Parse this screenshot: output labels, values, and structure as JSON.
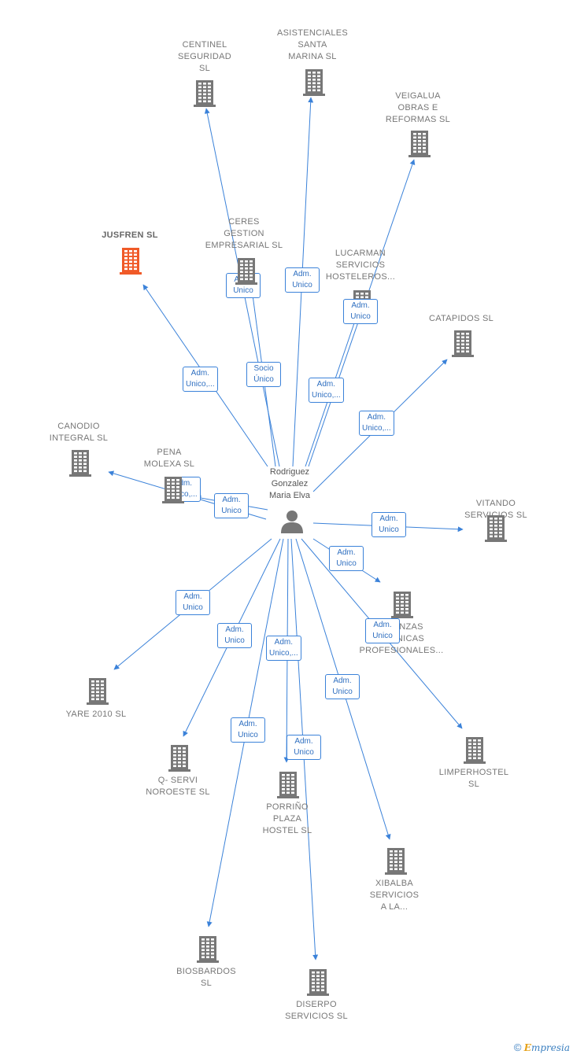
{
  "center": {
    "name": "Rodriguez\nGonzalez\nMaria Elva",
    "icon": "person-icon"
  },
  "colors": {
    "edge": "#3b82d9",
    "building": "#777777",
    "highlight": "#f05a28"
  },
  "companies": [
    {
      "id": "centinel",
      "label": "CENTINEL\nSEGURIDAD\nSL",
      "role": "Adm.\nUnico"
    },
    {
      "id": "asistenciales",
      "label": "ASISTENCIALES\nSANTA\nMARINA SL",
      "role": "Adm.\nUnico"
    },
    {
      "id": "veigalua",
      "label": "VEIGALUA\nOBRAS E\nREFORMAS SL",
      "role": "Adm.\nUnico,..."
    },
    {
      "id": "ceres",
      "label": "CERES\nGESTION\nEMPRESARIAL SL",
      "role": "Socio\nÚnico"
    },
    {
      "id": "jusfren",
      "label": "JUSFREN  SL",
      "role": "Adm.\nUnico,...",
      "highlight": true
    },
    {
      "id": "lucarman",
      "label": "LUCARMAN\nSERVICIOS\nHOSTELEROS...",
      "role": "Adm.\nUnico"
    },
    {
      "id": "catapidos",
      "label": "CATAPIDOS  SL",
      "role": "Adm.\nUnico,..."
    },
    {
      "id": "canodio",
      "label": "CANODIO\nINTEGRAL SL",
      "role": "Adm.\nUnico,..."
    },
    {
      "id": "pena",
      "label": "PENA\nMOLEXA  SL",
      "role": "Adm.\nUnico"
    },
    {
      "id": "vitando",
      "label": "VITANDO\nSERVICIOS SL",
      "role": "Adm.\nUnico"
    },
    {
      "id": "alianzas",
      "label": "ALIANZAS\nTECNICAS\nPROFESIONALES...",
      "role": "Adm.\nUnico"
    },
    {
      "id": "yare",
      "label": "YARE 2010 SL",
      "role": "Adm.\nUnico"
    },
    {
      "id": "qservi",
      "label": "Q- SERVI\nNOROESTE SL",
      "role": "Adm.\nUnico"
    },
    {
      "id": "porrino",
      "label": "PORRIÑO\nPLAZA\nHOSTEL  SL",
      "role": "Adm.\nUnico,..."
    },
    {
      "id": "limperhostel",
      "label": "LIMPERHOSTEL\nSL",
      "role": "Adm.\nUnico"
    },
    {
      "id": "xibalba",
      "label": "XIBALBA\nSERVICIOS\nA LA...",
      "role": "Adm.\nUnico"
    },
    {
      "id": "biosbardos",
      "label": "BIOSBARDOS\nSL",
      "role": "Adm.\nUnico"
    },
    {
      "id": "diserpo",
      "label": "DISERPO\nSERVICIOS SL",
      "role": "Adm.\nUnico"
    }
  ],
  "watermark": {
    "symbol": "©",
    "brand_initial": "E",
    "brand_rest": "mpresia"
  }
}
